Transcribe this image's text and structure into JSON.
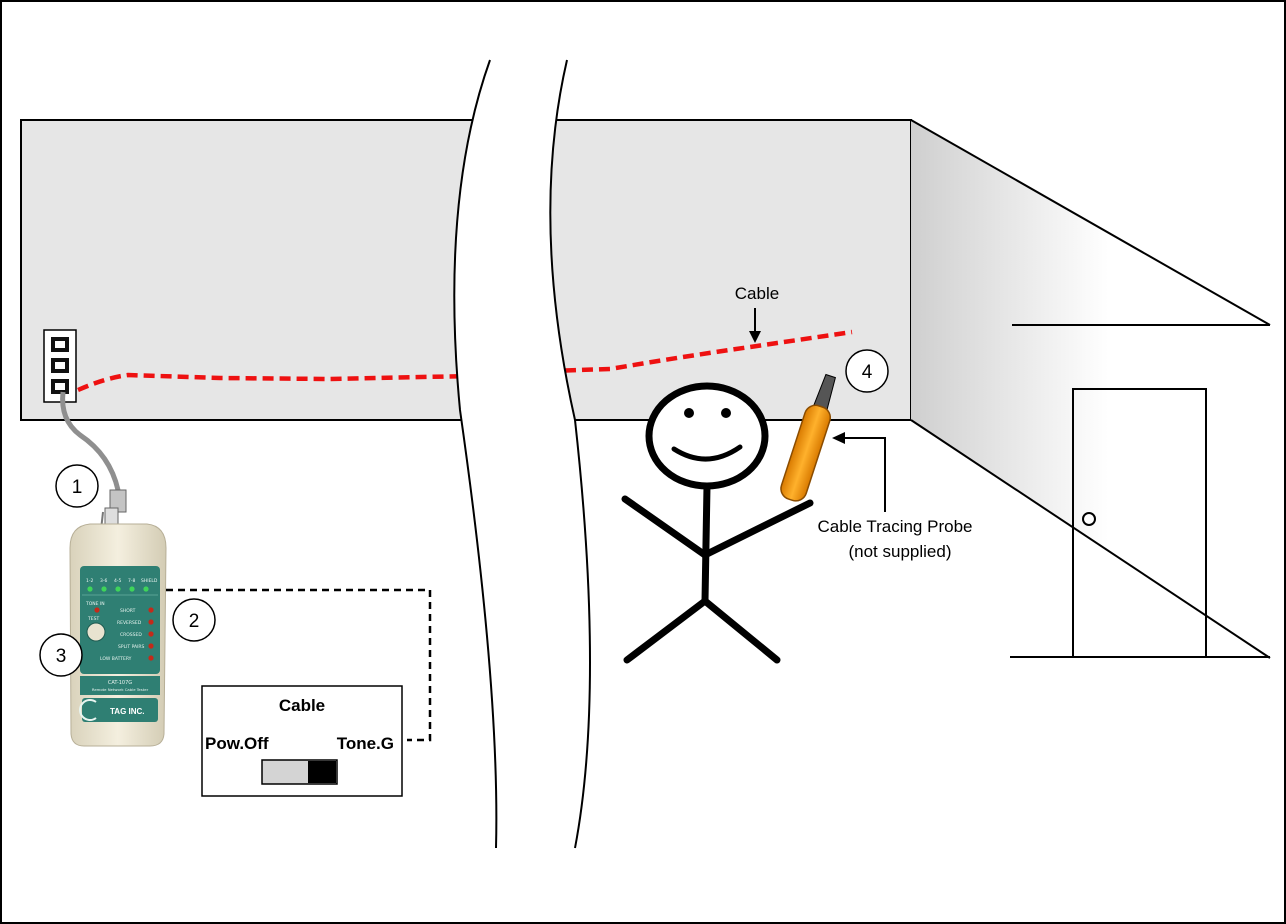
{
  "labels": {
    "cable": "Cable",
    "probe_line1": "Cable Tracing Probe",
    "probe_line2": "(not supplied)"
  },
  "steps": [
    "1",
    "2",
    "3",
    "4"
  ],
  "switch_box": {
    "title": "Cable",
    "left_label": "Pow.Off",
    "right_label": "Tone.G",
    "position": "Tone.G"
  },
  "tester": {
    "brand": "TAG INC.",
    "model": "CAT-107G",
    "subtitle": "Remote Network Cable Tester",
    "pin_labels": [
      "1-2",
      "3-6",
      "4-5",
      "7-8",
      "SHIELD"
    ],
    "status_labels": [
      "TONE IN",
      "SHORT",
      "TEST",
      "REVERSED",
      "CROSSED",
      "SPLIT PAIRS",
      "LOW BATTERY"
    ]
  },
  "colors": {
    "wall": "#e6e6e6",
    "cable_trace": "#ee1111",
    "probe": "#f29a0c",
    "tester_panel": "#2f7f73",
    "tester_body": "#ece5cf",
    "patch_cable": "#9a9a9a"
  }
}
